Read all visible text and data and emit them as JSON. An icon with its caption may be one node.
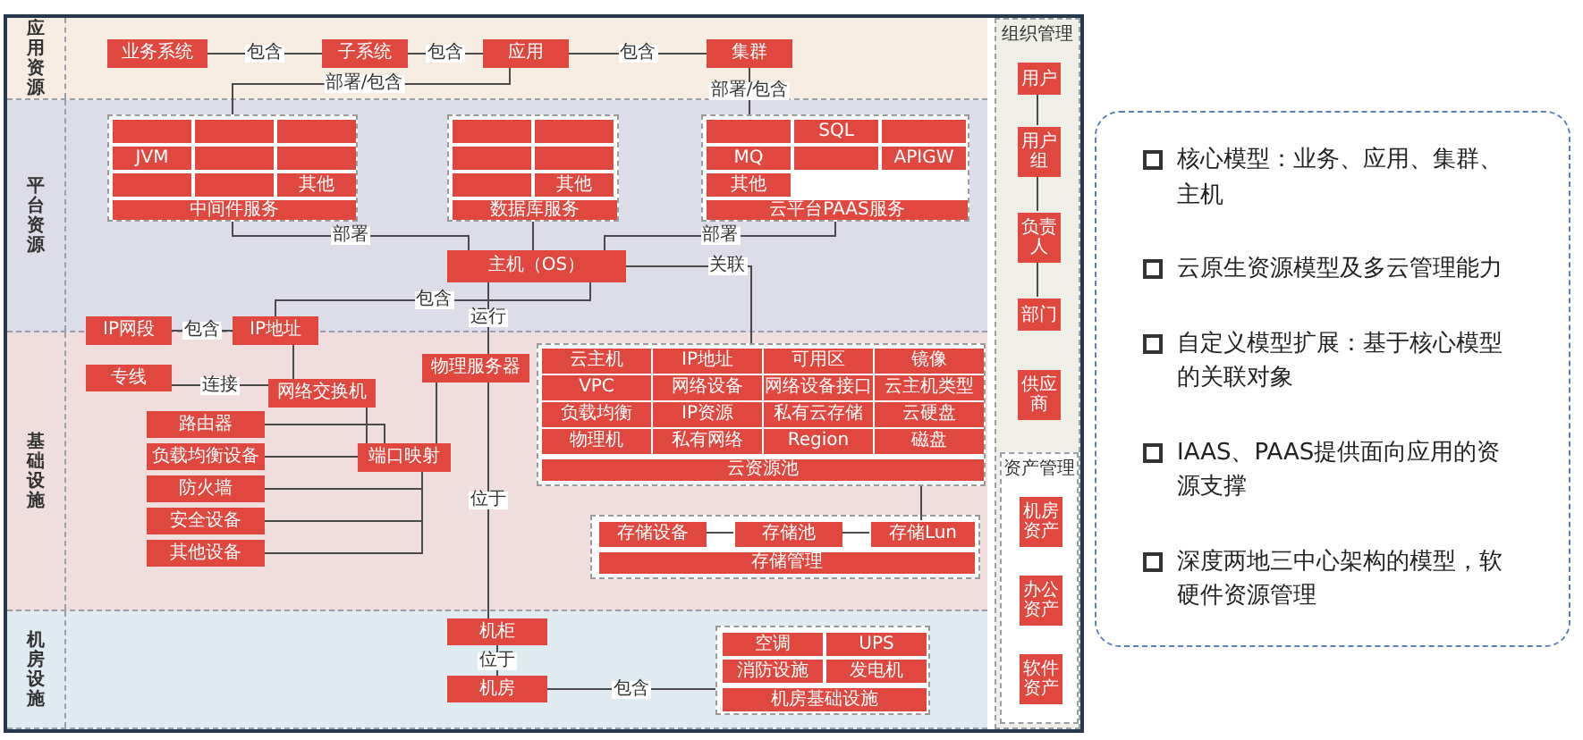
{
  "diagram": {
    "nodes": [
      {
        "text": [
          "应用资源"
        ]
      },
      {
        "text": [
          "业务系统"
        ],
        "in": 0
      },
      {
        "text": [
          "子系统"
        ],
        "in": 0
      },
      {
        "text": [
          "应用"
        ],
        "in": 0
      },
      {
        "text": [
          "集群"
        ],
        "in": 0
      },
      {
        "text": [
          "平台资源"
        ]
      },
      {
        "text": [],
        "shape": "box",
        "in": 5
      },
      {
        "text": [],
        "shape": "box",
        "in": 6
      },
      {
        "text": [],
        "shape": "box",
        "in": 6
      },
      {
        "text": [],
        "shape": "box",
        "in": 6
      },
      {
        "text": [
          "JVM"
        ],
        "in": 6
      },
      {
        "text": [],
        "shape": "box",
        "in": 6
      },
      {
        "text": [],
        "shape": "box",
        "in": 6
      },
      {
        "text": [],
        "shape": "box",
        "in": 6
      },
      {
        "text": [],
        "shape": "box",
        "in": 6
      },
      {
        "text": [
          "其他"
        ],
        "in": 6
      },
      {
        "text": [
          "中间件服务"
        ],
        "in": 6
      },
      {
        "text": [],
        "shape": "box",
        "in": 5
      },
      {
        "text": [],
        "shape": "box",
        "in": 17
      },
      {
        "text": [],
        "shape": "box",
        "in": 17
      },
      {
        "text": [],
        "shape": "box",
        "in": 17
      },
      {
        "text": [],
        "shape": "box",
        "in": 17
      },
      {
        "text": [],
        "shape": "box",
        "in": 17
      },
      {
        "text": [
          "其他"
        ],
        "in": 17
      },
      {
        "text": [
          "数据库服务"
        ],
        "in": 17
      },
      {
        "text": [],
        "shape": "box",
        "in": 5
      },
      {
        "text": [],
        "shape": "box",
        "in": 25
      },
      {
        "text": [
          "SQL"
        ],
        "in": 25
      },
      {
        "text": [],
        "shape": "box",
        "in": 25
      },
      {
        "text": [
          "MQ"
        ],
        "in": 25
      },
      {
        "text": [],
        "shape": "box",
        "in": 25
      },
      {
        "text": [
          "APIGW"
        ],
        "in": 25
      },
      {
        "text": [
          "其他"
        ],
        "in": 25
      },
      {
        "text": [
          "云平台PAAS服务"
        ],
        "in": 25
      },
      {
        "text": [
          "主机（OS）"
        ],
        "in": 5
      },
      {
        "text": [
          "基础设施"
        ]
      },
      {
        "text": [
          "IP网段"
        ]
      },
      {
        "text": [
          "IP地址"
        ]
      },
      {
        "text": [
          "专线"
        ],
        "in": 35
      },
      {
        "text": [
          "网络交换机"
        ],
        "in": 35
      },
      {
        "text": [
          "物理服务器"
        ],
        "in": 35
      },
      {
        "text": [
          "路由器"
        ],
        "in": 35
      },
      {
        "text": [
          "负载均衡设备"
        ],
        "in": 35
      },
      {
        "text": [
          "防火墙"
        ],
        "in": 35
      },
      {
        "text": [
          "安全设备"
        ],
        "in": 35
      },
      {
        "text": [
          "其他设备"
        ],
        "in": 35
      },
      {
        "text": [
          "端口映射"
        ],
        "in": 35
      },
      {
        "text": [],
        "shape": "box",
        "in": 35
      },
      {
        "text": [
          "云主机"
        ],
        "in": 47
      },
      {
        "text": [
          "IP地址"
        ],
        "in": 47
      },
      {
        "text": [
          "可用区"
        ],
        "in": 47
      },
      {
        "text": [
          "镜像"
        ],
        "in": 47
      },
      {
        "text": [
          "VPC"
        ],
        "in": 47
      },
      {
        "text": [
          "网络设备"
        ],
        "in": 47
      },
      {
        "text": [
          "网络设备接口"
        ],
        "in": 47
      },
      {
        "text": [
          "云主机类型"
        ],
        "in": 47
      },
      {
        "text": [
          "负载均衡"
        ],
        "in": 47
      },
      {
        "text": [
          "IP资源"
        ],
        "in": 47
      },
      {
        "text": [
          "私有云存储"
        ],
        "in": 47
      },
      {
        "text": [
          "云硬盘"
        ],
        "in": 47
      },
      {
        "text": [
          "物理机"
        ],
        "in": 47
      },
      {
        "text": [
          "私有网络"
        ],
        "in": 47
      },
      {
        "text": [
          "Region"
        ],
        "in": 47
      },
      {
        "text": [
          "磁盘"
        ],
        "in": 47
      },
      {
        "text": [
          "云资源池"
        ],
        "in": 47
      },
      {
        "text": [],
        "shape": "box",
        "in": 35
      },
      {
        "text": [
          "存储设备"
        ],
        "in": 65
      },
      {
        "text": [
          "存储池"
        ],
        "in": 65
      },
      {
        "text": [
          "存储Lun"
        ],
        "in": 65
      },
      {
        "text": [
          "存储管理"
        ],
        "in": 65
      },
      {
        "text": [
          "机房设施"
        ]
      },
      {
        "text": [
          "机柜"
        ],
        "in": 70
      },
      {
        "text": [
          "机房"
        ],
        "in": 70
      },
      {
        "text": [],
        "shape": "box",
        "in": 70
      },
      {
        "text": [
          "空调"
        ],
        "in": 73
      },
      {
        "text": [
          "UPS"
        ],
        "in": 73
      },
      {
        "text": [
          "消防设施"
        ],
        "in": 73
      },
      {
        "text": [
          "发电机"
        ],
        "in": 73
      },
      {
        "text": [
          "机房基础设施"
        ],
        "in": 73
      },
      {
        "text": [
          "组织管理"
        ]
      },
      {
        "text": [
          "用户"
        ],
        "in": 79
      },
      {
        "text": [
          "用户组"
        ],
        "in": 79
      },
      {
        "text": [
          "负责人"
        ],
        "in": 79
      },
      {
        "text": [
          "部门"
        ],
        "in": 79
      },
      {
        "text": [
          "供应商"
        ],
        "in": 79
      },
      {
        "text": [
          "资产管理"
        ],
        "in": 79
      },
      {
        "text": [
          "机房资产"
        ],
        "in": 85
      },
      {
        "text": [
          "办公资产"
        ],
        "in": 85
      },
      {
        "text": [
          "软件资产"
        ],
        "in": 85
      },
      {
        "text": [
          "核心模型：业务、应用、集群、主机",
          "云原生资源模型及多云管理能力",
          "自定义模型扩展：基于核心模型的关联对象",
          "IAAS、PAAS提供面向应用的资源支撑",
          "深度两地三中心架构的模型，软硬件资源管理"
        ]
      }
    ],
    "edges": [
      {
        "from": 1,
        "to": 2,
        "arrow": "none",
        "label": "包含"
      },
      {
        "from": 2,
        "to": 3,
        "arrow": "none",
        "label": "包含"
      },
      {
        "from": 3,
        "to": 4,
        "arrow": "none",
        "label": "包含"
      },
      {
        "from": 3,
        "to": 6,
        "arrow": "none",
        "label": "部署/包含"
      },
      {
        "from": 4,
        "to": 25,
        "arrow": "none",
        "label": "部署/包含"
      },
      {
        "from": 6,
        "to": 34,
        "arrow": "none",
        "label": "部署"
      },
      {
        "from": 17,
        "to": 34,
        "arrow": "none"
      },
      {
        "from": 25,
        "to": 34,
        "arrow": "none",
        "label": "部署"
      },
      {
        "from": 34,
        "to": 37,
        "arrow": "none",
        "label": "包含"
      },
      {
        "from": 36,
        "to": 37,
        "arrow": "none",
        "label": "包含"
      },
      {
        "from": 34,
        "to": 40,
        "arrow": "none",
        "label": "运行"
      },
      {
        "from": 34,
        "to": 47,
        "arrow": "none",
        "label": "关联"
      },
      {
        "from": 38,
        "to": 39,
        "arrow": "none",
        "label": "连接"
      },
      {
        "from": 37,
        "to": 39,
        "arrow": "none"
      },
      {
        "from": 39,
        "to": 46,
        "arrow": "none"
      },
      {
        "from": 46,
        "to": 40,
        "arrow": "none"
      },
      {
        "from": 41,
        "to": 46,
        "arrow": "none"
      },
      {
        "from": 42,
        "to": 46,
        "arrow": "none"
      },
      {
        "from": 43,
        "to": 46,
        "arrow": "none"
      },
      {
        "from": 44,
        "to": 46,
        "arrow": "none"
      },
      {
        "from": 45,
        "to": 46,
        "arrow": "none"
      },
      {
        "from": 40,
        "to": 71,
        "arrow": "none",
        "label": "位于"
      },
      {
        "from": 71,
        "to": 72,
        "arrow": "none",
        "label": "位于"
      },
      {
        "from": 72,
        "to": 73,
        "arrow": "none",
        "label": "包含"
      },
      {
        "from": 66,
        "to": 67,
        "arrow": "none"
      },
      {
        "from": 67,
        "to": 68,
        "arrow": "none"
      },
      {
        "from": 68,
        "to": 47,
        "arrow": "none"
      },
      {
        "from": 80,
        "to": 81,
        "arrow": "none"
      },
      {
        "from": 81,
        "to": 82,
        "arrow": "none"
      },
      {
        "from": 82,
        "to": 83,
        "arrow": "none"
      }
    ]
  }
}
